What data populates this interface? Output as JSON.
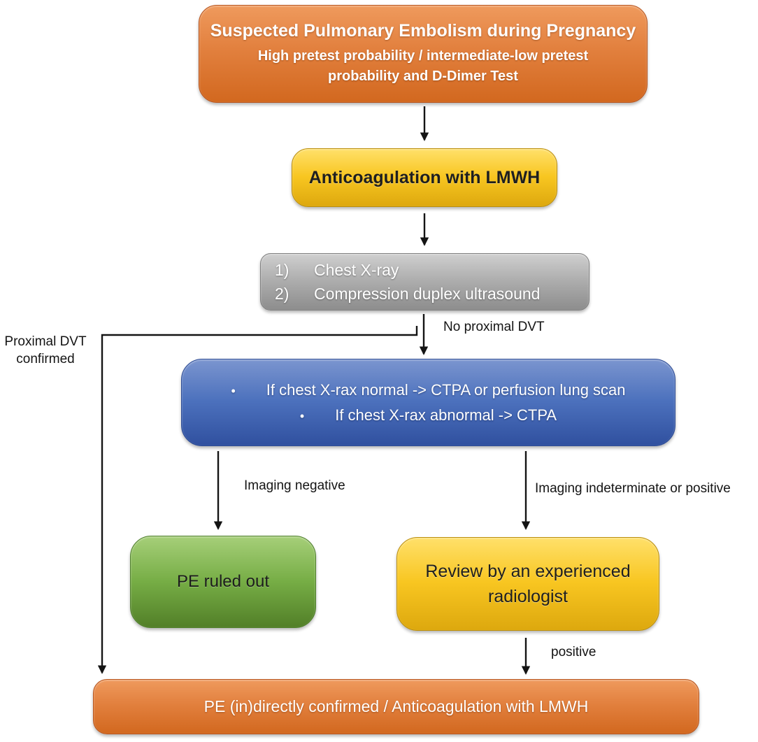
{
  "diagram": {
    "title": "Suspected Pulmonary Embolism during Pregnancy flowchart",
    "nodes": {
      "start": {
        "title": "Suspected Pulmonary Embolism during Pregnancy",
        "subtitle": "High pretest probability / intermediate-low pretest probability and D-Dimer Test"
      },
      "anticoagulation": {
        "label": "Anticoagulation with LMWH"
      },
      "initial_tests": {
        "items": [
          {
            "num": "1)",
            "text": "Chest X-ray"
          },
          {
            "num": "2)",
            "text": "Compression duplex ultrasound"
          }
        ]
      },
      "imaging_choice": {
        "bullet": "•",
        "items": [
          "If chest X-rax normal -> CTPA or perfusion lung scan",
          "If chest X-rax abnormal -> CTPA"
        ]
      },
      "pe_ruled_out": {
        "label": "PE ruled out"
      },
      "radiologist_review": {
        "label": "Review by an experienced radiologist"
      },
      "pe_confirmed": {
        "label": "PE (in)directly confirmed / Anticoagulation with LMWH"
      }
    },
    "edge_labels": {
      "no_proximal_dvt": "No proximal DVT",
      "proximal_dvt_confirmed": "Proximal DVT confirmed",
      "imaging_negative": "Imaging negative",
      "imaging_indeterminate_or_positive": "Imaging indeterminate or positive",
      "positive": "positive"
    },
    "colors": {
      "orange_box": "#E2803E",
      "yellow_box": "#F8C621",
      "gray_box": "#ADADAD",
      "blue_box": "#4C71BD",
      "green_box": "#76AD45",
      "arrow": "#141414",
      "text_light": "#FFFFFF",
      "text_dark": "#1F1F1F"
    }
  }
}
